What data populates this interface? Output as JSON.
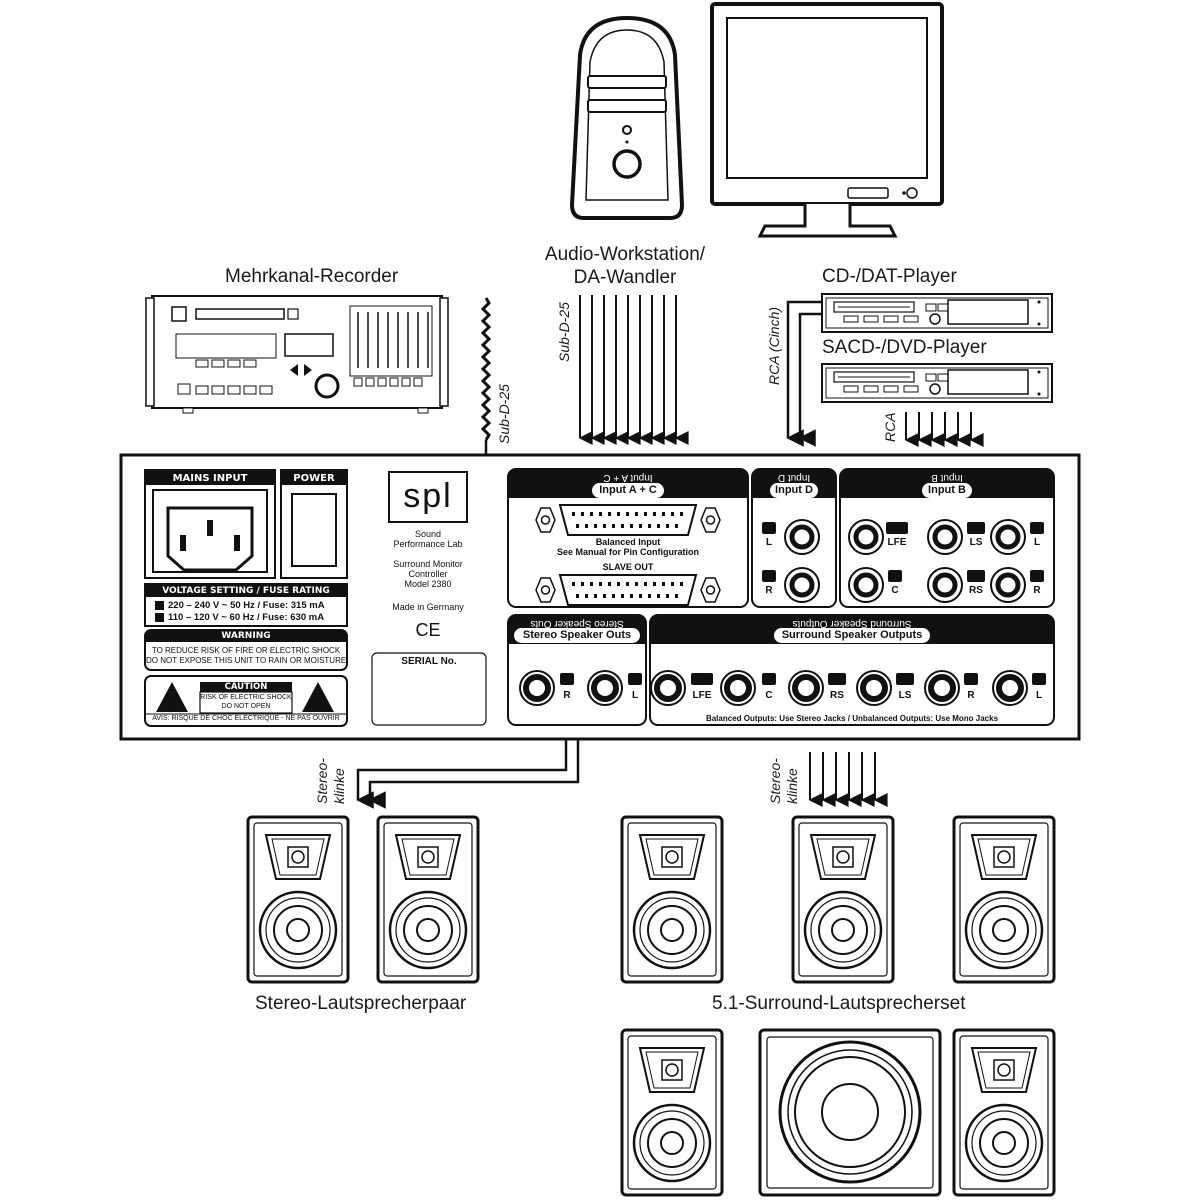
{
  "devices": {
    "multichannel_recorder": "Mehrkanal-Recorder",
    "workstation_line1": "Audio-Workstation/",
    "workstation_line2": "DA-Wandler",
    "cd_player": "CD-/DAT-Player",
    "sacd_player": "SACD-/DVD-Player",
    "stereo_speakers": "Stereo-Lautsprecherpaar",
    "surround_speakers": "5.1-Surround-Lautsprecherset"
  },
  "connections": {
    "sub_d_recorder": "Sub-D-25",
    "sub_d_workstation": "Sub-D-25",
    "rca_cinch": "RCA (Cinch)",
    "rca": "RCA",
    "stereo_jack_1": "Stereo-",
    "stereo_jack_2": "klinke"
  },
  "panel": {
    "mains_input": "MAINS INPUT",
    "power": "POWER",
    "voltage_header": "VOLTAGE SETTING / FUSE RATING",
    "voltage_1": "220 – 240 V ~ 50 Hz / Fuse: 315 mA",
    "voltage_2": "110 – 120 V ~ 60 Hz / Fuse: 630 mA",
    "warning_header": "WARNING",
    "warning_1": "TO REDUCE RISK OF FIRE OR ELECTRIC SHOCK",
    "warning_2": "DO NOT EXPOSE THIS UNIT TO RAIN OR MOISTURE",
    "caution_header": "CAUTION",
    "caution_1": "RISK OF ELECTRIC SHOCK",
    "caution_2": "DO NOT OPEN",
    "avis": "AVIS: RISQUE DE CHOC ÉLECTRIQUE - NE PAS OUVRIR",
    "logo": "spl",
    "brand_1": "Sound",
    "brand_2": "Performance Lab",
    "model_1": "Surround Monitor",
    "model_2": "Controller",
    "model_3": "Model 2380",
    "made_in": "Made in Germany",
    "ce": "CE",
    "serial": "SERIAL No.",
    "input_ac": "Input A + C",
    "balanced_input": "Balanced Input",
    "see_manual": "See Manual for Pin Configuration",
    "slave_out": "SLAVE OUT",
    "input_d": "Input D",
    "input_b": "Input B",
    "stereo_outs": "Stereo Speaker Outs",
    "surround_outs": "Surround Speaker Outputs",
    "outputs_note": "Balanced Outputs: Use Stereo Jacks / Unbalanced Outputs: Use Mono Jacks",
    "ch_l": "L",
    "ch_r": "R",
    "ch_c": "C",
    "ch_lfe": "LFE",
    "ch_ls": "LS",
    "ch_rs": "RS"
  }
}
